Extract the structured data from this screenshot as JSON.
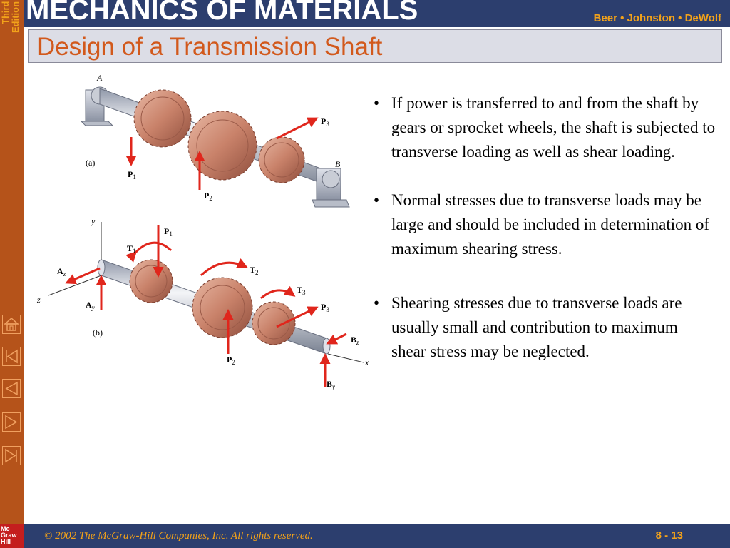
{
  "header": {
    "book_title": "MECHANICS OF MATERIALS",
    "authors": "Beer  •  Johnston  •  DeWolf",
    "edition": "Third Edition"
  },
  "slide": {
    "title": "Design of a Transmission Shaft"
  },
  "figure": {
    "a": {
      "label_A": "A",
      "label_B": "B",
      "caption": "(a)",
      "P1": "P",
      "P1_sub": "1",
      "P2": "P",
      "P2_sub": "2",
      "P3": "P",
      "P3_sub": "3"
    },
    "b": {
      "caption": "(b)",
      "y": "y",
      "z": "z",
      "x": "x",
      "P1": "P",
      "P1_sub": "1",
      "T1": "T",
      "T1_sub": "1",
      "T2": "T",
      "T2_sub": "2",
      "T3": "T",
      "T3_sub": "3",
      "P2": "P",
      "P2_sub": "2",
      "P3": "P",
      "P3_sub": "3",
      "Az": "A",
      "Az_sub": "z",
      "Ay": "A",
      "Ay_sub": "y",
      "Bz": "B",
      "Bz_sub": "z",
      "By": "B",
      "By_sub": "y"
    }
  },
  "bullets": [
    "If power is transferred to and from the shaft by gears or sprocket wheels, the shaft is subjected to transverse loading as well as shear loading.",
    "Normal stresses due to transverse loads may be large and should be included in determination of maximum shearing stress.",
    "Shearing stresses due to transverse loads are usually small and contribution to maximum shear stress may be neglected."
  ],
  "footer": {
    "copyright": "© 2002 The McGraw-Hill Companies, Inc. All rights reserved.",
    "page_number": "8 - 13",
    "logo_lines": [
      "Mc",
      "Graw",
      "Hill"
    ]
  },
  "nav_buttons": [
    "home-icon",
    "first-slide-icon",
    "previous-slide-icon",
    "next-slide-icon",
    "last-slide-icon"
  ],
  "colors": {
    "navy": "#2c3e6e",
    "orange_bar": "#b5531a",
    "accent_text": "#f2a21a",
    "title_text": "#d2591c",
    "arrow_red": "#e0261c"
  }
}
